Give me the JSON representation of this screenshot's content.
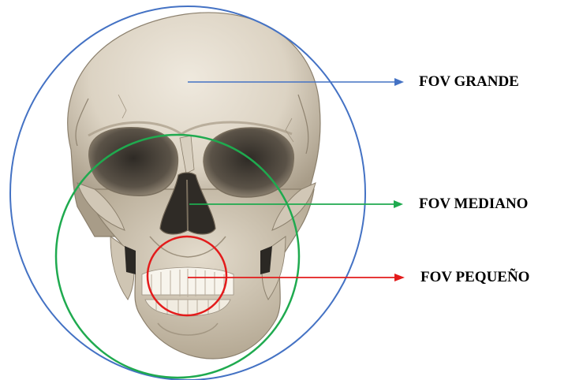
{
  "labels": {
    "large": "FOV GRANDE",
    "medium": "FOV MEDIANO",
    "small": "FOV PEQUEÑO"
  },
  "colors": {
    "large": "#4472c4",
    "medium": "#1faa4f",
    "small": "#e31b1b",
    "bone_light": "#e6dfd2",
    "bone_mid": "#cdc3b2",
    "bone_dark": "#9a8e7c",
    "cavity": "#3f3a34"
  },
  "icons": {
    "skull": "skull-illustration"
  }
}
